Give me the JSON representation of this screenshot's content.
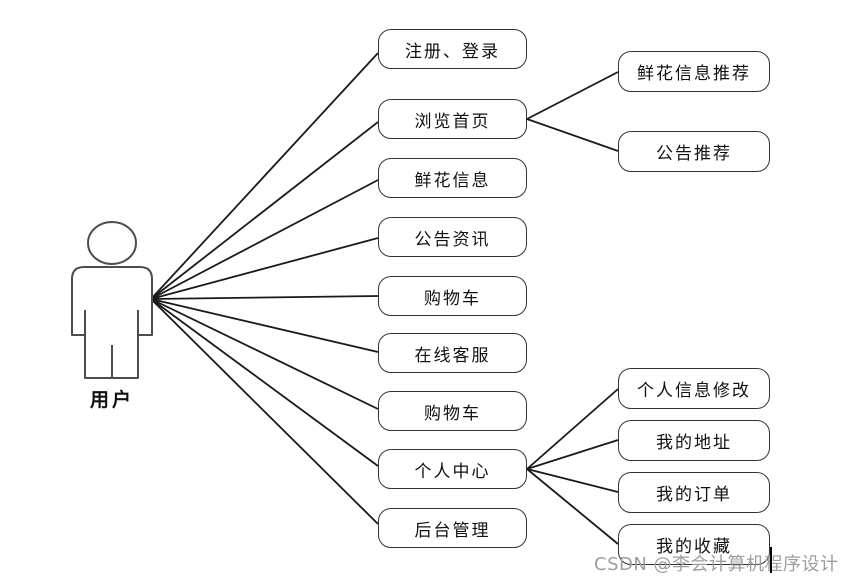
{
  "diagram": {
    "actor": {
      "label": "用户"
    },
    "main_usecases": [
      {
        "label": "注册、登录"
      },
      {
        "label": "浏览首页"
      },
      {
        "label": "鲜花信息"
      },
      {
        "label": "公告资讯"
      },
      {
        "label": "购物车"
      },
      {
        "label": "在线客服"
      },
      {
        "label": "购物车"
      },
      {
        "label": "个人中心"
      },
      {
        "label": "后台管理"
      }
    ],
    "browse_subcases": [
      {
        "label": "鲜花信息推荐"
      },
      {
        "label": "公告推荐"
      }
    ],
    "personal_subcases": [
      {
        "label": "个人信息修改"
      },
      {
        "label": "我的地址"
      },
      {
        "label": "我的订单"
      },
      {
        "label": "我的收藏"
      }
    ],
    "watermark": "CSDN @李会计算机程序设计"
  },
  "colors": {
    "connector_line": "#1a1a1a",
    "box_border": "#333333",
    "text": "#111111",
    "watermark": "#9e9e9e",
    "background": "#ffffff"
  }
}
